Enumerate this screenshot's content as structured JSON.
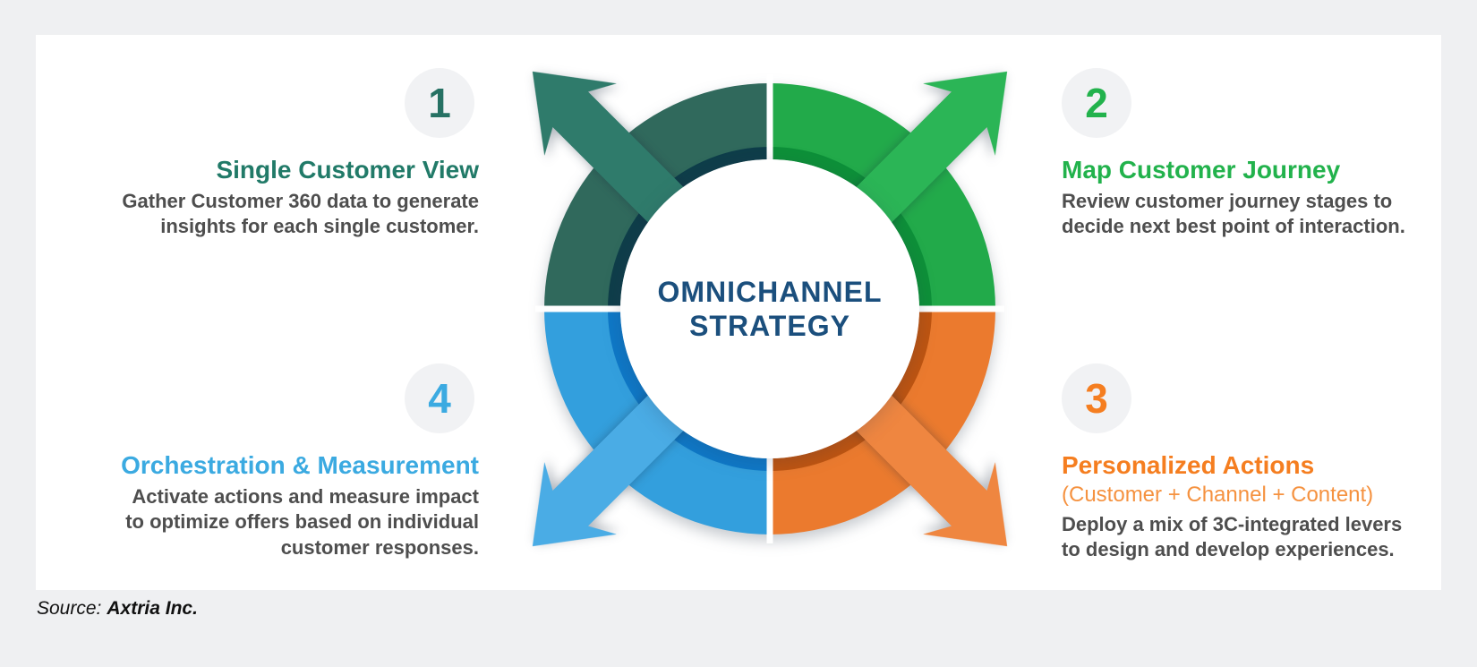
{
  "palette": {
    "page_bg": "#EFF0F2",
    "card_bg": "#FFFFFF",
    "center_text": "#1B4F7D",
    "body_text": "#4E4E4E",
    "badge_bg": "#F1F2F4",
    "teal": {
      "ring": "#30695C",
      "arrow": "#2F7B6B",
      "rim": "#0E3D49",
      "title": "#217A68"
    },
    "green": {
      "ring": "#22AA4A",
      "arrow": "#2BB556",
      "rim": "#0D9038",
      "title": "#22B24C"
    },
    "orange": {
      "ring": "#EB7A2E",
      "arrow": "#EF8640",
      "rim": "#BE5410",
      "title": "#F57E20",
      "subtitle": "#F59240"
    },
    "blue": {
      "ring": "#339FDD",
      "arrow": "#4AACE5",
      "rim": "#0E78C7",
      "title": "#3BAAE1"
    }
  },
  "center": {
    "line1": "OMNICHANNEL",
    "line2": "STRATEGY"
  },
  "items": [
    {
      "number": "1",
      "title": "Single Customer View",
      "description_lines": [
        "Gather Customer 360 data to generate",
        "insights for each single customer."
      ]
    },
    {
      "number": "2",
      "title": "Map Customer Journey",
      "description_lines": [
        "Review customer journey stages to",
        "decide next best point of interaction."
      ]
    },
    {
      "number": "3",
      "title": "Personalized Actions",
      "subtitle": "(Customer + Channel + Content)",
      "description_lines": [
        "Deploy a mix of 3C-integrated levers",
        "to design and develop experiences."
      ]
    },
    {
      "number": "4",
      "title": "Orchestration & Measurement",
      "description_lines": [
        "Activate actions and measure impact",
        "to optimize offers based on individual",
        "customer responses."
      ]
    }
  ],
  "source": {
    "label": "Source:",
    "value": "Axtria Inc."
  }
}
